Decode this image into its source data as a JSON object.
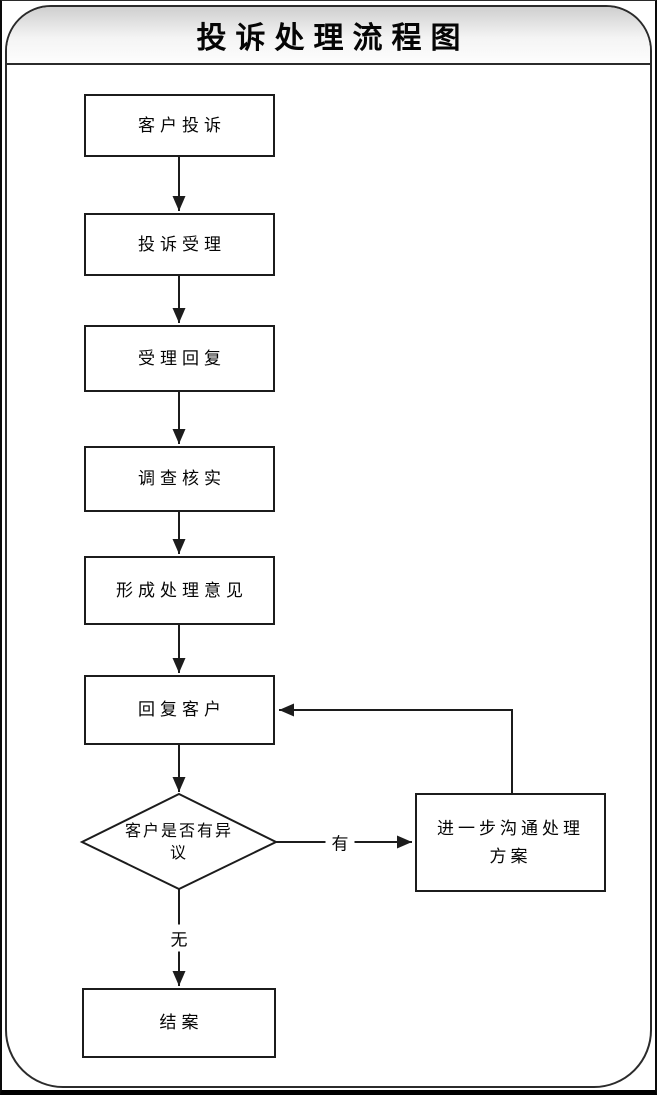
{
  "title": "投诉处理流程图",
  "flowchart": {
    "nodes": [
      {
        "id": "customer-complaint",
        "type": "process",
        "label": "客户投诉"
      },
      {
        "id": "complaint-acceptance",
        "type": "process",
        "label": "投诉受理"
      },
      {
        "id": "acceptance-reply",
        "type": "process",
        "label": "受理回复"
      },
      {
        "id": "investigate-verify",
        "type": "process",
        "label": "调查核实"
      },
      {
        "id": "form-handling-opinion",
        "type": "process",
        "label": "形成处理意见"
      },
      {
        "id": "reply-customer",
        "type": "process",
        "label": "回复客户"
      },
      {
        "id": "customer-objection-decision",
        "type": "decision",
        "label": "客户是否有异议"
      },
      {
        "id": "further-communication",
        "type": "process",
        "label": "进一步沟通处理方案"
      },
      {
        "id": "close-case",
        "type": "process",
        "label": "结案"
      }
    ],
    "edge_labels": {
      "yes": "有",
      "no": "无"
    },
    "colors": {
      "line": "#1c1c1c",
      "node_fill": "#ffffff",
      "node_border": "#1c1c1c",
      "header_gradient_top": "#cfcfcf",
      "header_gradient_bottom": "#fdfdfd"
    }
  }
}
